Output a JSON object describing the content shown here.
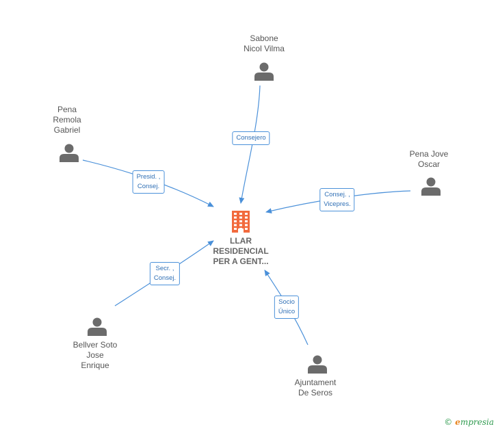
{
  "company": {
    "name": "LLAR\nRESIDENCIAL\nPER A GENT...",
    "icon": "building-icon",
    "color": "#f26a3d"
  },
  "colors": {
    "edge": "#4a90d9",
    "person": "#6b6b6b"
  },
  "people": [
    {
      "id": "sabone",
      "name": "Sabone\nNicol Vilma",
      "role": "Consejero",
      "icon": "person-icon"
    },
    {
      "id": "pena-remola",
      "name": "Pena\nRemola\nGabriel",
      "role": "Presid. ,\nConsej.",
      "icon": "person-icon"
    },
    {
      "id": "pena-jove",
      "name": "Pena Jove\nOscar",
      "role": "Consej. ,\nVicepres.",
      "icon": "person-icon"
    },
    {
      "id": "bellver",
      "name": "Bellver Soto\nJose\nEnrique",
      "role": "Secr. ,\nConsej.",
      "icon": "person-icon"
    },
    {
      "id": "ajuntament",
      "name": "Ajuntament\nDe Seros",
      "role": "Socio\nÚnico",
      "icon": "person-icon"
    }
  ],
  "brand": {
    "copyright": "©",
    "initial": "e",
    "name": "mpresia"
  }
}
